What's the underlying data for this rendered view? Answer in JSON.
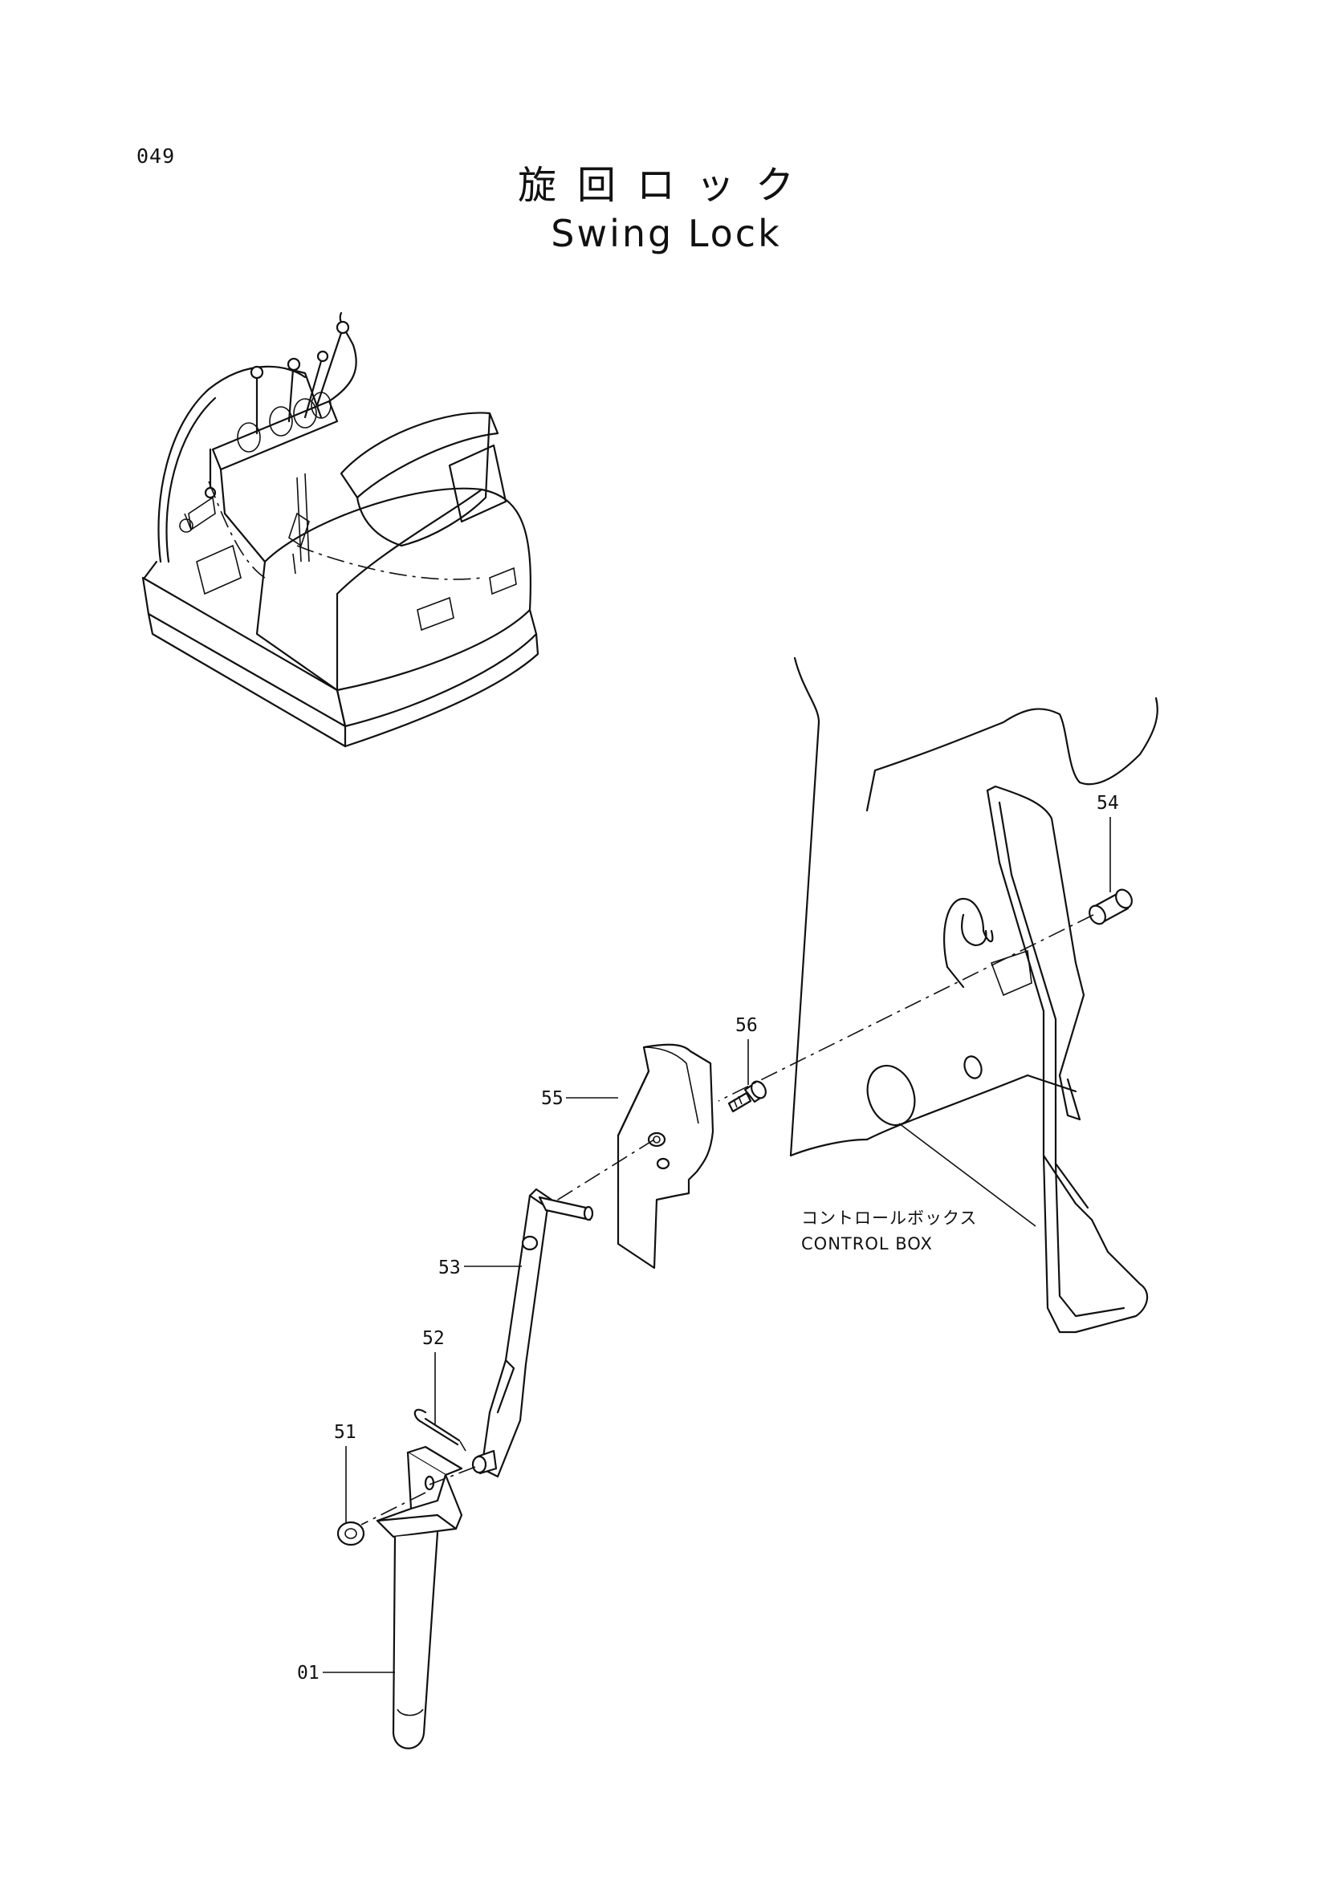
{
  "page": {
    "number": "049",
    "title_jp": "旋回ロック",
    "title_en": "Swing Lock"
  },
  "callouts": [
    {
      "id": "54",
      "text": "54"
    },
    {
      "id": "56",
      "text": "56"
    },
    {
      "id": "55",
      "text": "55"
    },
    {
      "id": "53",
      "text": "53"
    },
    {
      "id": "52",
      "text": "52"
    },
    {
      "id": "51",
      "text": "51"
    },
    {
      "id": "01",
      "text": "01"
    }
  ],
  "control_box": {
    "label_jp": "コントロールボックス",
    "label_en": "CONTROL BOX"
  }
}
